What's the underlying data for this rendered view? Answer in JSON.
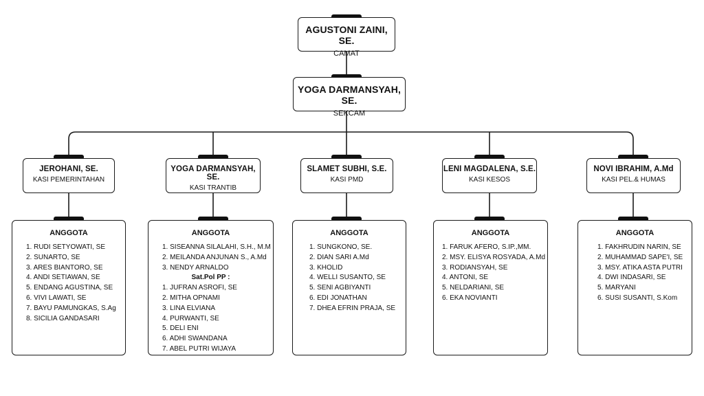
{
  "camat": {
    "name": "AGUSTONI ZAINI, SE.",
    "role": "CAMAT"
  },
  "sekcam": {
    "name": "YOGA DARMANSYAH, SE.",
    "role": "SEKCAM"
  },
  "kasi": [
    {
      "name": "JEROHANI, SE.",
      "role": "KASI PEMERINTAHAN"
    },
    {
      "name": "YOGA DARMANSYAH, SE.",
      "role": "KASI TRANTIB"
    },
    {
      "name": "SLAMET SUBHI, S.E.",
      "role": "KASI PMD"
    },
    {
      "name": "LENI MAGDALENA, S.E.",
      "role": "KASI KESOS"
    },
    {
      "name": "NOVI IBRAHIM, A.Md",
      "role": "KASI PEL.& HUMAS"
    }
  ],
  "anggota_title": "ANGGOTA",
  "satpol_title": "Sat.Pol PP :",
  "members": [
    [
      "1. RUDI SETYOWATI, SE",
      "2. SUNARTO, SE",
      "3. ARES BIANTORO, SE",
      "4. ANDI SETIAWAN, SE",
      "5. ENDANG AGUSTINA, SE",
      "6. VIVI LAWATI, SE",
      "7. BAYU PAMUNGKAS, S.Ag",
      "8. SICILIA GANDASARI"
    ],
    [
      "1. SISEANNA SILALAHI, S.H., M.M",
      "2. MEILANDA ANJUNAN S., A.Md",
      "3. NENDY ARNALDO"
    ],
    [
      "1. SUNGKONO, SE.",
      "2. DIAN SARI A.Md",
      "3. KHOLID",
      "4. WELLI SUSANTO, SE",
      "5. SENI AGBIYANTI",
      "6. EDI JONATHAN",
      "7. DHEA EFRIN PRAJA, SE"
    ],
    [
      "1. FARUK AFERO, S.IP.,MM.",
      "2. MSY. ELISYA ROSYADA, A.Md",
      "3. RODIANSYAH, SE",
      "4. ANTONI, SE",
      "5. NELDARIANI, SE",
      "6. EKA NOVIANTI"
    ],
    [
      "1. FAKHRUDIN NARIN, SE",
      "2. MUHAMMAD SAPE'I, SE",
      "3. MSY. ATIKA ASTA PUTRI",
      "4. DWI INDASARI, SE",
      "5. MARYANI",
      "6. SUSI SUSANTI, S.Kom"
    ]
  ],
  "satpol_members": [
    "1. JUFRAN ASROFI, SE",
    "2. MITHA OPNAMI",
    "3. LINA ELVIANA",
    "4. PURWANTI, SE",
    "5. DELI ENI",
    "6. ADHI SWANDANA",
    "7. ABEL PUTRI WIJAYA"
  ]
}
